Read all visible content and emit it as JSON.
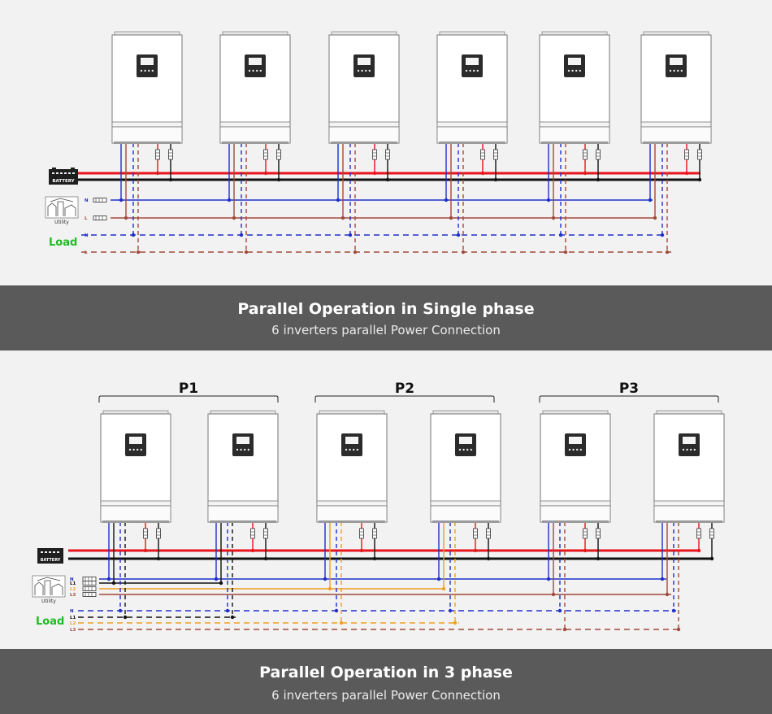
{
  "top_section": {
    "inverter_count": 6,
    "battery_label": "BATTERY",
    "utility_label": "Utility",
    "load_label": "Load",
    "ac_line_labels": [
      "N",
      "L"
    ],
    "load_line_labels": [
      "N",
      "L"
    ],
    "title": "Parallel Operation in Single phase",
    "subtitle": "6 inverters parallel  Power Connection"
  },
  "bottom_section": {
    "groups": [
      {
        "label": "P1",
        "inverters": 2
      },
      {
        "label": "P2",
        "inverters": 2
      },
      {
        "label": "P3",
        "inverters": 2
      }
    ],
    "battery_label": "BATTERY",
    "utility_label": "Utility",
    "load_label": "Load",
    "ac_line_labels": [
      "N",
      "L1",
      "L2",
      "L3"
    ],
    "load_line_labels": [
      "N",
      "L1",
      "L2",
      "L3"
    ],
    "title": "Parallel Operation in 3 phase",
    "subtitle": "6 inverters parallel  Power Connection"
  },
  "colors": {
    "battery_positive": "#e8141c",
    "battery_negative": "#111111",
    "neutral": "#1f2fc9",
    "line1": "#111111",
    "line2": "#f0a020",
    "line3": "#a24a3a",
    "single_phase_line": "#a24a3a",
    "load_text": "#22bb22",
    "banner_bg": "#5a5a5a"
  }
}
